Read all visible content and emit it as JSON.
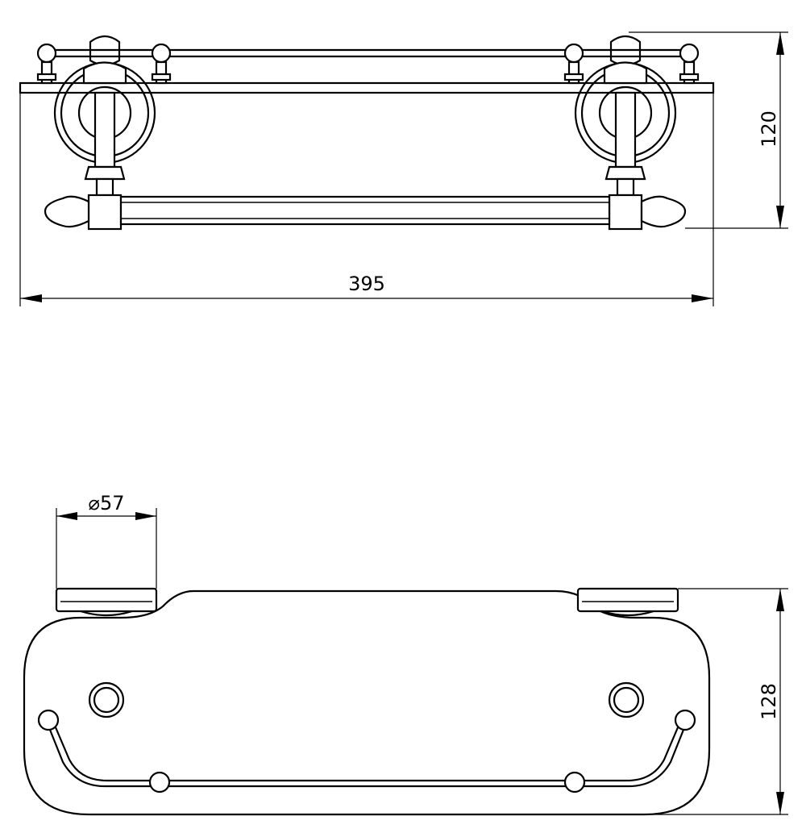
{
  "dimensions": {
    "front_width": "395",
    "front_height": "120",
    "base_diameter": "⌀57",
    "top_depth": "128"
  },
  "colors": {
    "line": "#000000",
    "background": "#ffffff"
  }
}
